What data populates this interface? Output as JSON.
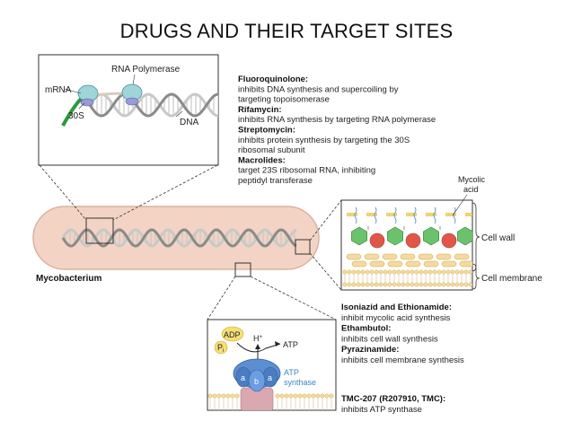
{
  "title": "DRUGS AND THEIR TARGET SITES",
  "inset_top": {
    "mrna_label": "mRNA",
    "rna_polymerase_label": "RNA Polymerase",
    "ribosome_label": "30S",
    "dna_label": "DNA"
  },
  "drugs_top": [
    {
      "name": "Fluoroquinolone:",
      "lines": [
        "inhibits DNA synthesis and supercoiling by",
        "targeting topoisomerase"
      ]
    },
    {
      "name": "Rifamycin:",
      "lines": [
        "inhibits RNA synthesis by targeting RNA polymerase"
      ]
    },
    {
      "name": "Streptomycin:",
      "lines": [
        "inhibits protein synthesis by targeting the 30S",
        "ribosomal subunit"
      ]
    },
    {
      "name": "Macrolides:",
      "lines": [
        "target 23S ribosomal RNA, inhibiting",
        "peptidyl transferase"
      ]
    }
  ],
  "bacterium_label": "Mycobacterium",
  "inset_wall": {
    "mycolic_label_1": "Mycolic",
    "mycolic_label_2": "acid",
    "cell_wall_label": "Cell wall",
    "cell_membrane_label": "Cell membrane"
  },
  "drugs_wall": [
    {
      "name": "Isoniazid and Ethionamide:",
      "lines": [
        "inhibit mycolic acid synthesis"
      ]
    },
    {
      "name": "Ethambutol:",
      "lines": [
        "inhibits cell wall synthesis"
      ]
    },
    {
      "name": "Pyrazinamide:",
      "lines": [
        "inhibits cell membrane synthesis"
      ]
    }
  ],
  "inset_atp": {
    "adp_label": "ADP",
    "pi_label": "P",
    "pi_sub": "i",
    "h_label": "H",
    "h_sup": "+",
    "atp_label": "ATP",
    "synthase_label_1": "ATP",
    "synthase_label_2": "synthase",
    "subunit_a_left": "a",
    "subunit_b": "b",
    "subunit_a_right": "a"
  },
  "drug_atp": {
    "name": "TMC-207 (R207910, TMC):",
    "line": "inhibits ATP synthase"
  },
  "colors": {
    "bacterium_fill": "#f3d3c3",
    "dna_dark": "#8a8a8a",
    "dna_light": "#c8c8c8",
    "ribosome": "#9fd4d8",
    "mrna": "#2a9a3a",
    "hexagon": "#6cc26c",
    "red_circle": "#e2564a",
    "yellow_circle": "#f6df73",
    "lipid": "#f5d9a3",
    "atp_synthase": "#5b8fd1",
    "atp_text": "#3a86c8"
  }
}
